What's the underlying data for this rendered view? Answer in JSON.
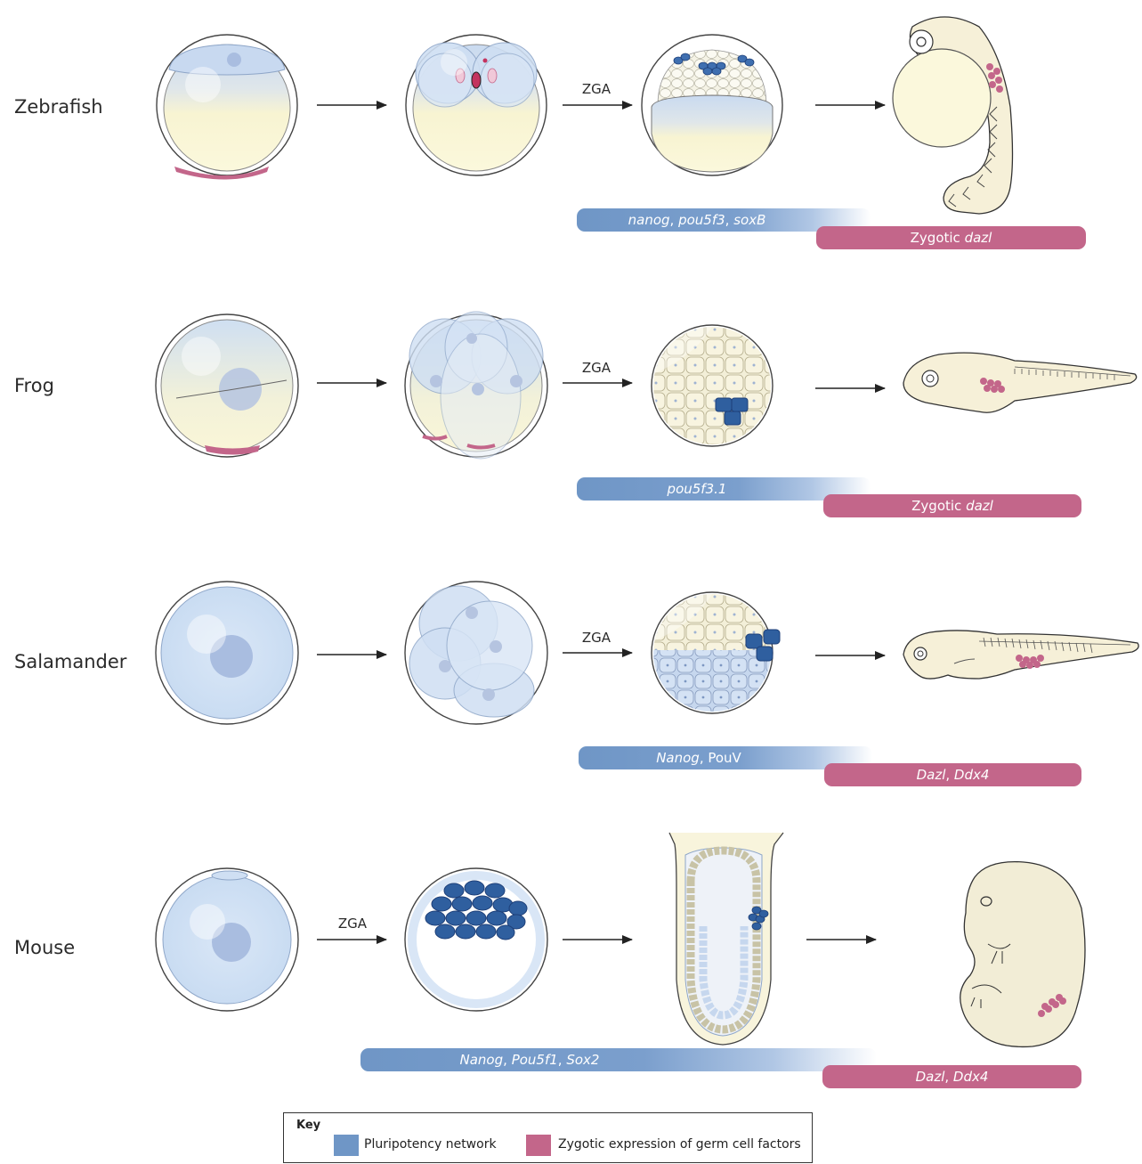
{
  "rows": [
    {
      "species": "Zebrafish",
      "zga_label": "ZGA",
      "blue_bar": {
        "parts": [
          "nanog",
          ", ",
          "pou5f3",
          ", ",
          "soxB"
        ],
        "italic": [
          true,
          false,
          true,
          false,
          true
        ]
      },
      "pink_bar": {
        "parts": [
          "Zygotic ",
          "dazl"
        ],
        "italic": [
          false,
          true
        ]
      }
    },
    {
      "species": "Frog",
      "zga_label": "ZGA",
      "blue_bar": {
        "parts": [
          "pou5f3.1"
        ],
        "italic": [
          true
        ]
      },
      "pink_bar": {
        "parts": [
          "Zygotic ",
          "dazl"
        ],
        "italic": [
          false,
          true
        ]
      }
    },
    {
      "species": "Salamander",
      "zga_label": "ZGA",
      "blue_bar": {
        "parts": [
          "Nanog",
          ", PouV"
        ],
        "italic": [
          true,
          false
        ]
      },
      "pink_bar": {
        "parts": [
          "Dazl",
          ", ",
          "Ddx4"
        ],
        "italic": [
          true,
          false,
          true
        ]
      }
    },
    {
      "species": "Mouse",
      "zga_label": "ZGA",
      "blue_bar": {
        "parts": [
          "Nanog",
          ", ",
          "Pou5f1",
          ", ",
          "Sox2"
        ],
        "italic": [
          true,
          false,
          true,
          false,
          true
        ]
      },
      "pink_bar": {
        "parts": [
          "Dazl",
          ", ",
          "Ddx4"
        ],
        "italic": [
          true,
          false,
          true
        ]
      }
    }
  ],
  "key": {
    "title": "Key",
    "items": [
      {
        "label": "Pluripotency network",
        "color": "#6f96c6"
      },
      {
        "label": "Zygotic expression of germ cell factors",
        "color": "#c3668a"
      }
    ]
  },
  "colors": {
    "pluripotency": "#6f96c6",
    "germ": "#c3668a",
    "yolk": "#f8f4d2",
    "cell": "#dce8f6",
    "outline": "#444444"
  }
}
